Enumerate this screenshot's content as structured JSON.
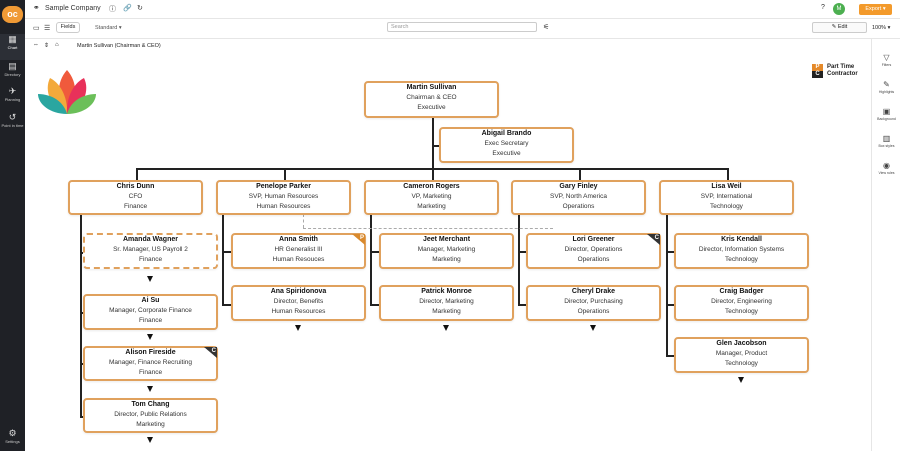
{
  "header": {
    "company": "Sample Company",
    "avatar_initial": "M",
    "export_label": "Export"
  },
  "toolbar": {
    "fields_label": "Fields",
    "view": "Standard",
    "search_placeholder": "Search",
    "edit_label": "Edit",
    "zoom": "100%"
  },
  "breadcrumb": "Martin Sullivan (Chairman & CEO)",
  "nav": [
    {
      "label": "Chart",
      "icon": "▦"
    },
    {
      "label": "Directory",
      "icon": "▤"
    },
    {
      "label": "Planning",
      "icon": "✈"
    },
    {
      "label": "Point in time",
      "icon": "↺"
    },
    {
      "label": "Settings",
      "icon": "⚙"
    }
  ],
  "panel": [
    {
      "label": "Filters",
      "icon": "▽"
    },
    {
      "label": "Highlights",
      "icon": "✎"
    },
    {
      "label": "Background",
      "icon": "▣"
    },
    {
      "label": "Box styles",
      "icon": "▥"
    },
    {
      "label": "View rules",
      "icon": "◉"
    }
  ],
  "legend": {
    "p_key": "P",
    "p_label": "Part Time",
    "c_key": "C",
    "c_label": "Contractor"
  },
  "people": [
    {
      "name": "Martin Sullivan",
      "title": "Chairman & CEO",
      "dept": "Executive"
    },
    {
      "name": "Abigail Brando",
      "title": "Exec Secretary",
      "dept": "Executive"
    },
    {
      "name": "Chris  Dunn",
      "title": "CFO",
      "dept": "Finance"
    },
    {
      "name": "Penelope Parker",
      "title": "SVP, Human Resources",
      "dept": "Human Resources"
    },
    {
      "name": "Cameron Rogers",
      "title": "VP, Marketing",
      "dept": "Marketing"
    },
    {
      "name": "Gary Finley",
      "title": "SVP, North America",
      "dept": "Operations"
    },
    {
      "name": "Lisa Weil",
      "title": "SVP, International",
      "dept": "Technology"
    },
    {
      "name": "Amanda Wagner",
      "title": "Sr. Manager, US Payroll 2",
      "dept": "Finance"
    },
    {
      "name": "Ai Su",
      "title": "Manager, Corporate Finance",
      "dept": "Finance"
    },
    {
      "name": "Alison Fireside",
      "title": "Manager, Finance Recruiting",
      "dept": "Finance",
      "badge": "C"
    },
    {
      "name": "Tom Chang",
      "title": "Director, Public Relations",
      "dept": "Marketing"
    },
    {
      "name": "Anna Smith",
      "title": "HR Generalist III",
      "dept": "Human Resouces",
      "badge": "P"
    },
    {
      "name": "Ana Spiridonova",
      "title": "Director, Benefits",
      "dept": "Human Resources"
    },
    {
      "name": "Jeet Merchant",
      "title": "Manager, Marketing",
      "dept": "Marketing"
    },
    {
      "name": "Patrick Monroe",
      "title": "Director, Marketing",
      "dept": "Marketing"
    },
    {
      "name": "Lori Greener",
      "title": "Director, Operations",
      "dept": "Operations",
      "badge": "C"
    },
    {
      "name": "Cheryl Drake",
      "title": "Director, Purchasing",
      "dept": "Operations"
    },
    {
      "name": "Kris Kendall",
      "title": "Director, Information Systems",
      "dept": "Technology"
    },
    {
      "name": "Craig Badger",
      "title": "Director, Engineering",
      "dept": "Technology"
    },
    {
      "name": "Glen Jacobson",
      "title": "Manager, Product",
      "dept": "Technology"
    }
  ]
}
